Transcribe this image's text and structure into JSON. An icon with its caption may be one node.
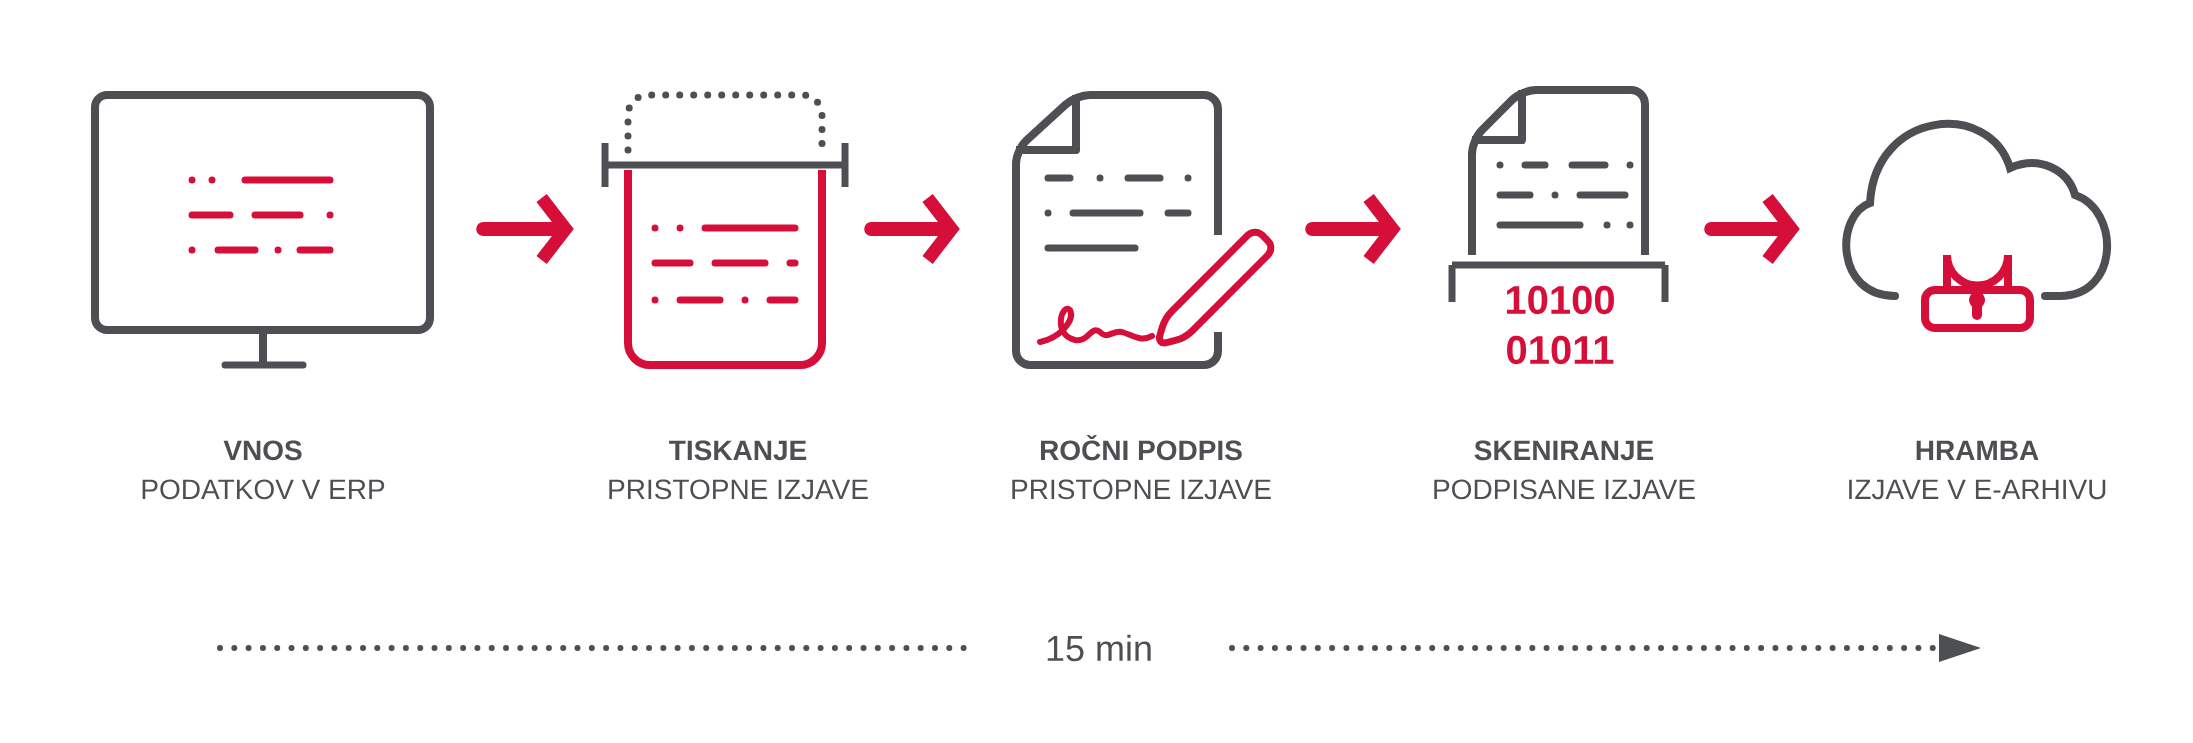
{
  "diagram": {
    "nodes": [
      {
        "text": [
          "VNOS",
          "PODATKOV V ERP"
        ]
      },
      {
        "text": [
          "TISKANJE",
          "PRISTOPNE IZJAVE"
        ]
      },
      {
        "text": [
          "ROČNI PODPIS",
          "PRISTOPNE IZJAVE"
        ]
      },
      {
        "text": [
          "SKENIRANJE",
          "PODPISANE IZJAVE"
        ]
      },
      {
        "text": [
          "HRAMBA",
          "IZJAVE V E-ARHIVU"
        ]
      }
    ],
    "edges": [
      {
        "from": 0,
        "to": 1,
        "arrow": "to"
      },
      {
        "from": 1,
        "to": 2,
        "arrow": "to"
      },
      {
        "from": 2,
        "to": 3,
        "arrow": "to"
      },
      {
        "from": 3,
        "to": 4,
        "arrow": "to"
      }
    ],
    "labels": [
      "10100",
      "01011",
      "15 min"
    ]
  }
}
